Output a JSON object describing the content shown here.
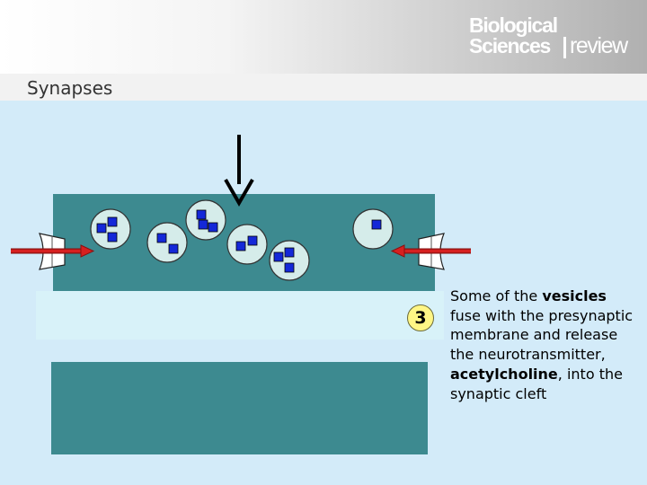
{
  "brand": {
    "line1": "Biological",
    "line2": "Sciences",
    "line3": "review"
  },
  "slide_title": "Synapses",
  "step_number": "3",
  "caption": {
    "part1": "Some of the ",
    "bold1": "vesicles",
    "part2": " fuse with the presynaptic membrane and release the neurotransmitter, ",
    "bold2": "acetylcholine",
    "part3": ", into the synaptic cleft"
  },
  "colors": {
    "background": "#d3ebf9",
    "terminal": "#3d8a90",
    "cleft": "#d8f2f9",
    "vesicle": "#d5ecea",
    "neurotransmitter": "#1428d8",
    "arrow": "#d62020",
    "badge": "#fff685"
  }
}
